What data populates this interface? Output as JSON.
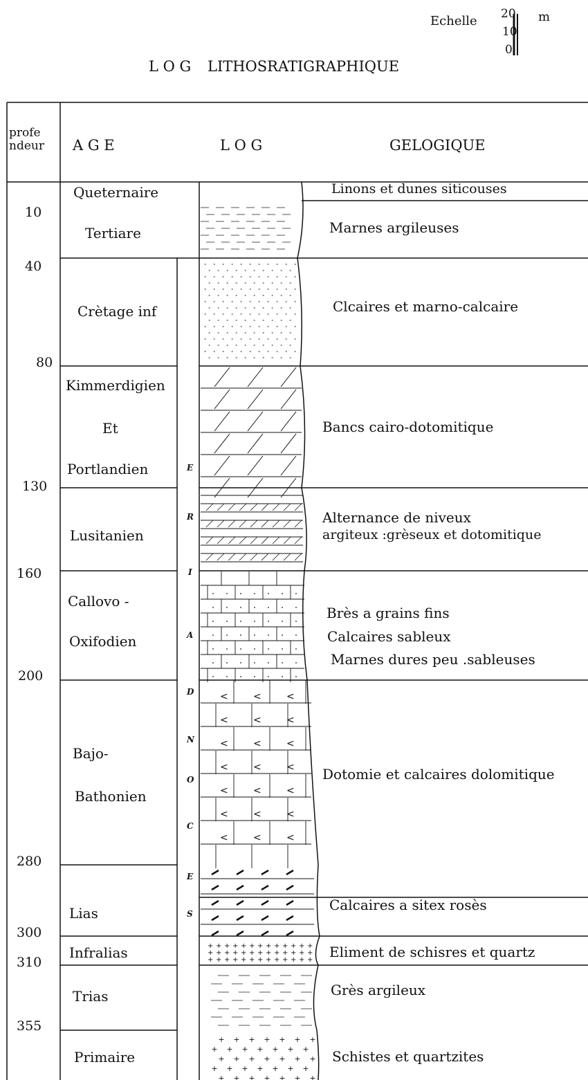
{
  "scale": {
    "label": "Echelle",
    "ticks": [
      "20",
      "10",
      "0"
    ],
    "unit": "m"
  },
  "title": {
    "prefix": "L O G",
    "main": "LITHOSRATIGRAPHIQUE"
  },
  "headers": {
    "depth": "profe\nndeur",
    "age": "A G E",
    "log": "L O G",
    "geo": "GELOGIQUE"
  },
  "depths": [
    "10",
    "40",
    "80",
    "130",
    "160",
    "200",
    "280",
    "300",
    "310",
    "355"
  ],
  "ages": [
    "Queternaire",
    "Tertiare",
    "Crètage inf",
    "Kimmerdigien",
    "Et",
    "Portlandien",
    "Lusitanien",
    "Callovo -",
    "Oxifodien",
    "Bajo-",
    "Bathonien",
    "Lias",
    "Infralias",
    "Trias",
    "Primaire"
  ],
  "formation_letters": [
    "E",
    "R",
    "I",
    "A",
    "D",
    "N",
    "O",
    "C",
    "E",
    "S"
  ],
  "descriptions": [
    "Linons et dunes siticouses",
    "Marnes argileuses",
    "Clcaires et marno-calcaire",
    "Bancs cairo-dotomitique",
    "Alternance de niveux",
    "argiteux :grèseux et dotomitique",
    "Brès a grains fins",
    "Calcaires sableux",
    "Marnes dures peu .sableuses",
    "Dotomie et calcaires dolomitique",
    "Calcaires a sitex rosès",
    "Eliment de schisres et quartz",
    "Grès argileux",
    "Schistes et quartzites"
  ],
  "colors": {
    "ink": "#111111",
    "dashes": "#555555",
    "dots": "#888888"
  }
}
